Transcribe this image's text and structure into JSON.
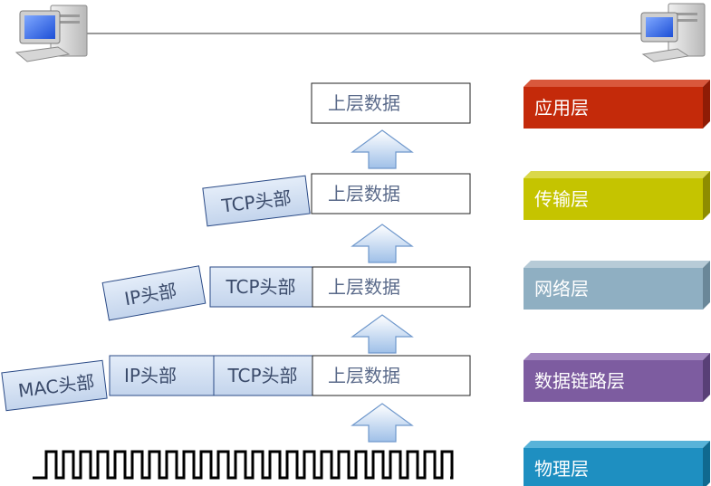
{
  "labels": {
    "data": "上层数据",
    "tcp": "TCP头部",
    "ip": "IP头部",
    "mac": "MAC头部"
  },
  "layers": [
    {
      "name": "应用层",
      "color": "#c42a0a",
      "top_color": "#d9583c",
      "side_color": "#8f1c05"
    },
    {
      "name": "传输层",
      "color": "#c5c400",
      "top_color": "#dad84a",
      "side_color": "#8e8c00"
    },
    {
      "name": "网络层",
      "color": "#8fafc2",
      "top_color": "#b7cbd7",
      "side_color": "#6a8798"
    },
    {
      "name": "数据链路层",
      "color": "#7d5ca0",
      "top_color": "#a287bf",
      "side_color": "#583f76"
    },
    {
      "name": "物理层",
      "color": "#1e8fc1",
      "top_color": "#58b3d9",
      "side_color": "#10698f"
    }
  ],
  "icons": {
    "left": "computer-icon",
    "right": "server-icon"
  }
}
